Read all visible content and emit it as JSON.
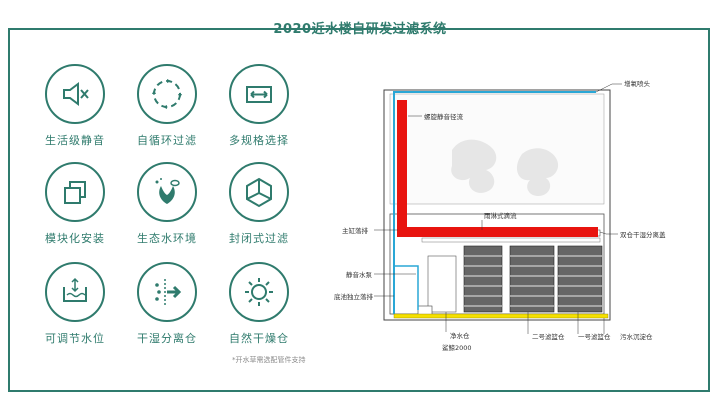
{
  "title": "2020近水楼自研发过滤系统",
  "features": [
    {
      "label": "生活级静音",
      "icon": "speaker-mute-icon"
    },
    {
      "label": "自循环过滤",
      "icon": "circulation-icon"
    },
    {
      "label": "多规格选择",
      "icon": "size-select-icon"
    },
    {
      "label": "模块化安装",
      "icon": "module-icon"
    },
    {
      "label": "生态水环境",
      "icon": "fish-plant-icon"
    },
    {
      "label": "封闭式过滤",
      "icon": "cube-icon"
    },
    {
      "label": "可调节水位",
      "icon": "water-level-icon"
    },
    {
      "label": "干湿分离仓",
      "icon": "dry-wet-icon"
    },
    {
      "label": "自然干燥仓",
      "icon": "sun-icon"
    }
  ],
  "footnote": "*开水草需选配管件支持",
  "diagram": {
    "labels": {
      "oxygen_head": "增氧喷头",
      "silent_pipe": "螺旋静音径流",
      "rain_flow": "雨淋式滴流",
      "main_pipe": "主缸落排",
      "dry_wet": "双仓干湿分离盖",
      "pump": "静音水泵",
      "drain": "底池独立落排",
      "clean_chamber": "净水仓",
      "pump2000": "鲨鲸2000",
      "chamber2": "二号滤篮仓",
      "chamber1": "一号滤篮仓",
      "sewage": "污水沉淀仓"
    }
  },
  "colors": {
    "accent": "#2f7b6d",
    "red": "#e8140f",
    "blue": "#2aa7d6",
    "yellow": "#f5e000"
  }
}
